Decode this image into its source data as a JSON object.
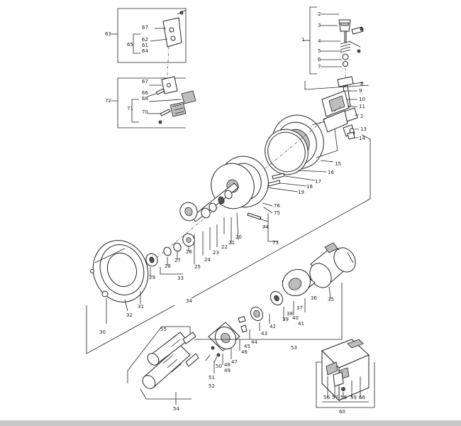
{
  "labels": {
    "g63": "63",
    "l67a": "67",
    "l62": "62",
    "l61": "61",
    "l64": "64",
    "g65": "65",
    "l67b": "67",
    "l66": "66",
    "l68": "68",
    "g72": "72",
    "g71": "71",
    "l70": "70",
    "g1": "1",
    "l2a": "2",
    "l3": "3",
    "l4": "4",
    "l5": "5",
    "l6": "6",
    "l7": "7",
    "l8": "8",
    "l9": "9",
    "l10": "10",
    "l11": "11",
    "l2b": "2",
    "l13": "13",
    "l14": "14",
    "l15": "15",
    "l16": "16",
    "l17": "17",
    "l18": "18",
    "l19": "19",
    "l76": "76",
    "l75": "75",
    "l74": "74",
    "l73": "73",
    "l20": "20",
    "l21": "21",
    "l22": "22",
    "l23": "23",
    "l24": "24",
    "l25": "25",
    "l26": "26",
    "l27": "27",
    "l28": "28",
    "l29": "29",
    "l30": "30",
    "l31": "31",
    "l32": "32",
    "l33": "33",
    "l34": "34",
    "l35": "35",
    "l36": "36",
    "l37": "37",
    "l38": "38",
    "l39": "39",
    "l40": "40",
    "l41": "41",
    "l42": "42",
    "l43": "43",
    "l44": "44",
    "l45": "45",
    "l46": "46",
    "l47": "47",
    "l48": "48",
    "l49": "49",
    "l50": "50",
    "l51": "51",
    "l52": "52",
    "l53": "53",
    "l54": "54",
    "l55": "55",
    "l56": "56",
    "l57": "57",
    "l58": "58",
    "l59": "59",
    "l60": "60",
    "l66b": "66"
  }
}
